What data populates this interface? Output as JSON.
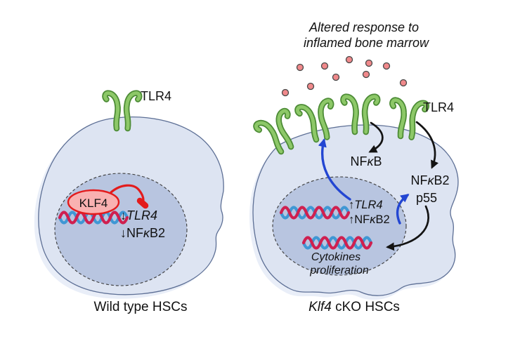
{
  "figure_title": {
    "line1": "Altered response to",
    "line2": "inflamed bone marrow"
  },
  "wild_type": {
    "caption": "Wild type HSCs",
    "tlr4_receptor_label": "TLR4",
    "klf4": "KLF4",
    "tlr4_gene": {
      "arrow": "↓",
      "name": "TLR4"
    },
    "nfkb2_gene": {
      "arrow": "↓",
      "pre": "NF",
      "kappa": "κ",
      "post": "B2"
    }
  },
  "cko": {
    "caption": {
      "gene": "Klf4",
      "rest": " cKO HSCs"
    },
    "tlr4_receptor_label": "TLR4",
    "nfkb": {
      "pre": "NF",
      "kappa": "κ",
      "post": "B"
    },
    "nfkb2": {
      "pre": "NF",
      "kappa": "κ",
      "post": "B2"
    },
    "p55": "p55",
    "tlr4_gene": {
      "arrow": "↑",
      "name": "TLR4"
    },
    "nfkb2_gene": {
      "arrow": "↑",
      "pre": "NF",
      "kappa": "κ",
      "post": "B2"
    },
    "cytokines": {
      "line1": "Cytokines",
      "line2": "proliferation"
    },
    "molecule_count": 10
  },
  "colors": {
    "cell_fill": "#dde4f2",
    "cell_shadow": "#e9eef8",
    "cell_stroke": "#5d6f95",
    "nucleus_fill": "#b8c5e0",
    "receptor_fill": "#8dc868",
    "receptor_stroke": "#4d8c36",
    "molecule_fill": "#f0898b",
    "molecule_stroke": "#474747",
    "klf4_fill": "#f9b1b1",
    "red": "#e31b1c",
    "blue": "#2346d2",
    "black": "#131313",
    "dna_red": "#cf2050",
    "dna_blue": "#3f97d4"
  }
}
